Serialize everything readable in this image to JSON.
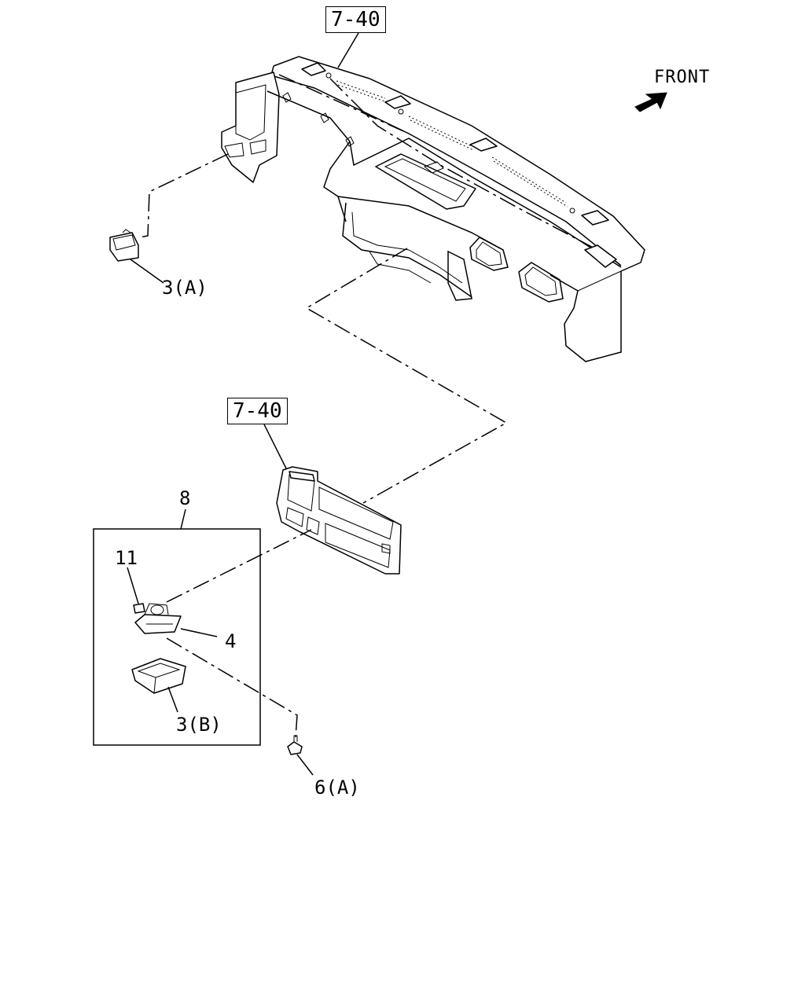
{
  "diagram": {
    "ref_top": "7-40",
    "ref_mid": "7-40",
    "front_label": "FRONT",
    "callouts": {
      "c3a": "3(A)",
      "c8": "8",
      "c11": "11",
      "c4": "4",
      "c3b": "3(B)",
      "c6a": "6(A)"
    }
  }
}
